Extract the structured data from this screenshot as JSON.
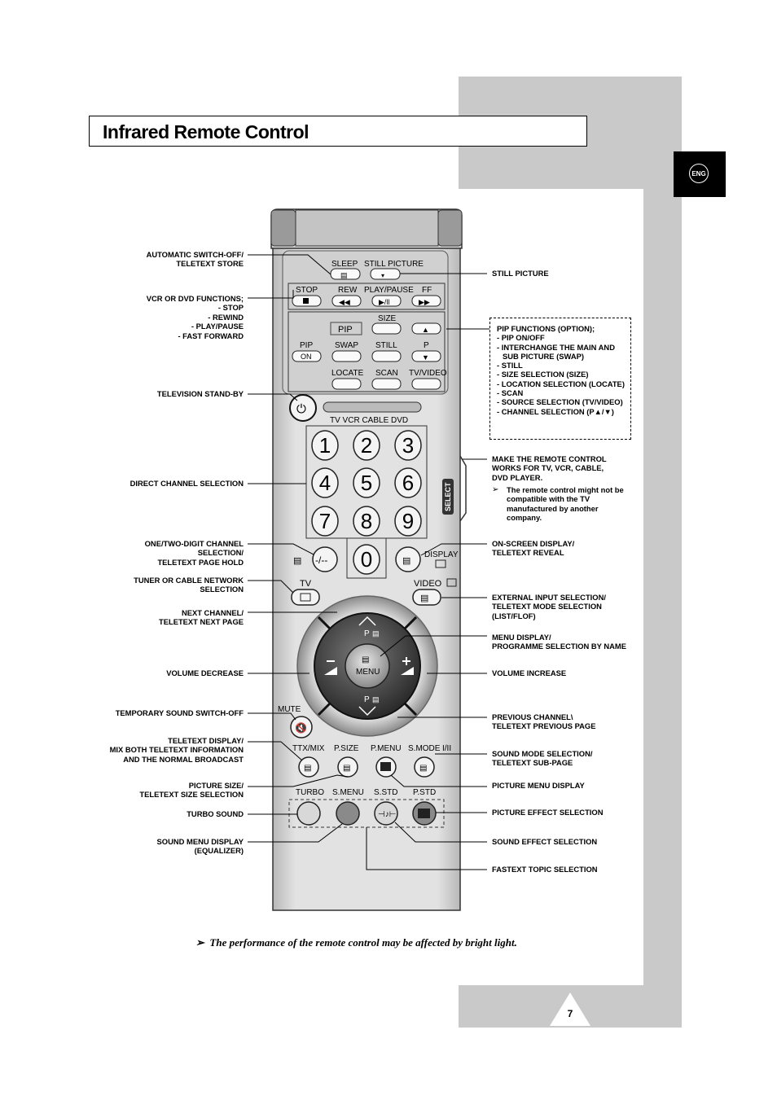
{
  "page": {
    "title": "Infrared Remote Control",
    "lang_badge": "ENG",
    "page_number": "7",
    "footnote_arrow": "➢",
    "footnote": "The performance of the remote control may be affected by bright light."
  },
  "left_labels": [
    "AUTOMATIC SWITCH-OFF/\nTELETEXT STORE",
    "VCR OR DVD FUNCTIONS;\n- STOP\n- REWIND\n- PLAY/PAUSE\n- FAST FORWARD",
    "TELEVISION STAND-BY",
    "DIRECT CHANNEL SELECTION",
    "ONE/TWO-DIGIT CHANNEL\nSELECTION/\nTELETEXT PAGE HOLD",
    "TUNER OR CABLE NETWORK\nSELECTION",
    "NEXT CHANNEL/\nTELETEXT NEXT PAGE",
    "VOLUME DECREASE",
    "TEMPORARY SOUND SWITCH-OFF",
    "TELETEXT DISPLAY/\nMIX BOTH TELETEXT INFORMATION\nAND THE NORMAL BROADCAST",
    "PICTURE SIZE/\nTELETEXT SIZE SELECTION",
    "TURBO SOUND",
    "SOUND MENU DISPLAY\n(EQUALIZER)"
  ],
  "right_labels": [
    "STILL PICTURE",
    "MAKE THE REMOTE CONTROL\nWORKS FOR TV, VCR, CABLE,\nDVD PLAYER.",
    "ON-SCREEN DISPLAY/\nTELETEXT REVEAL",
    "EXTERNAL INPUT SELECTION/\nTELETEXT MODE SELECTION\n(LIST/FLOF)",
    "MENU DISPLAY/\nPROGRAMME SELECTION BY NAME",
    "VOLUME INCREASE",
    "PREVIOUS CHANNEL\\\nTELETEXT PREVIOUS PAGE",
    "SOUND MODE SELECTION/\nTELETEXT SUB-PAGE",
    "PICTURE MENU DISPLAY",
    "PICTURE EFFECT SELECTION",
    "SOUND EFFECT SELECTION",
    "FASTEXT TOPIC SELECTION"
  ],
  "pip_box": {
    "heading": "PIP FUNCTIONS (OPTION);",
    "items": [
      "PIP ON/OFF",
      "INTERCHANGE THE MAIN AND SUB PICTURE (SWAP)",
      "STILL",
      "SIZE SELECTION (SIZE)",
      "LOCATION SELECTION (LOCATE)",
      "SCAN",
      "SOURCE SELECTION (TV/VIDEO)",
      "CHANNEL SELECTION (P▲/▼)"
    ]
  },
  "remote_note": {
    "arrow": "➢",
    "text": "The remote control might not be compatible with the TV manufactured by another company."
  },
  "remote": {
    "sleep": "SLEEP",
    "still_picture": "STILL PICTURE",
    "stop": "STOP",
    "rew": "REW",
    "play_pause": "PLAY/PAUSE",
    "ff": "FF",
    "size": "SIZE",
    "pip": "PIP",
    "pip_on": "ON",
    "swap": "SWAP",
    "still": "STILL",
    "p": "P",
    "locate": "LOCATE",
    "scan": "SCAN",
    "tv_video": "TV/VIDEO",
    "modes": "TV   VCR   CABLE   DVD",
    "select": "SELECT",
    "digits": [
      "1",
      "2",
      "3",
      "4",
      "5",
      "6",
      "7",
      "8",
      "9",
      "0"
    ],
    "dash": "-/--",
    "display": "DISPLAY",
    "tv": "TV",
    "video": "VIDEO",
    "menu": "MENU",
    "mute": "MUTE",
    "ttx_mix": "TTX/MIX",
    "p_size": "P.SIZE",
    "p_menu": "P.MENU",
    "s_mode": "S.MODE",
    "s_mode_sub": "I/II",
    "turbo": "TURBO",
    "s_menu": "S.MENU",
    "s_std": "S.STD",
    "p_std": "P.STD"
  }
}
